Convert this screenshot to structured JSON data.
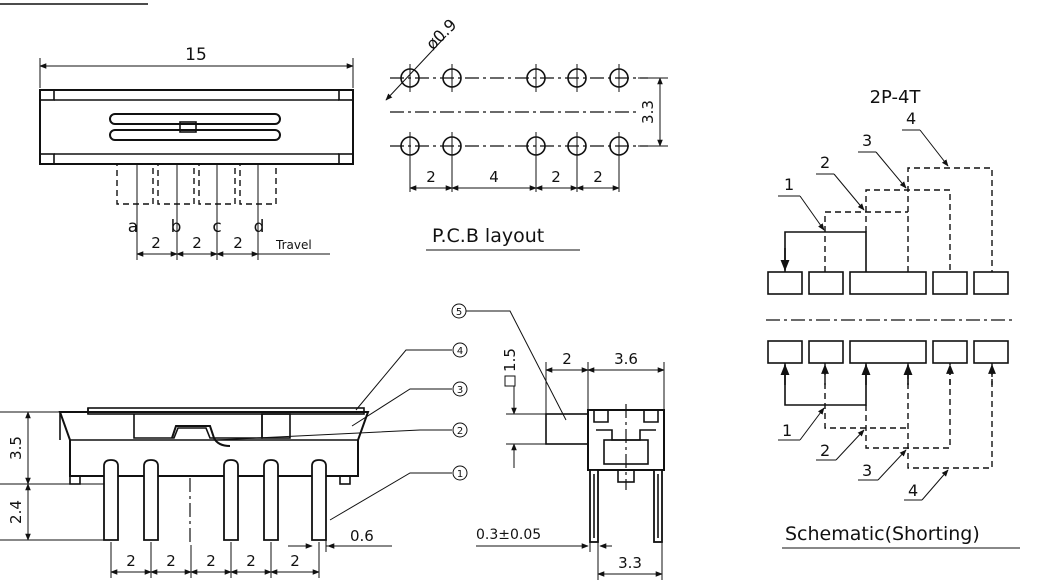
{
  "front_view": {
    "overall_width": "15",
    "positions": [
      "a",
      "b",
      "c",
      "d"
    ],
    "pitch_dims": [
      "2",
      "2",
      "2"
    ],
    "travel_label": "Travel"
  },
  "pcb_layout": {
    "title": "P.C.B layout",
    "hole_diameter": "ø0.9",
    "row_spacing": "3.3",
    "pitch_dims": [
      "2",
      "4",
      "2",
      "2"
    ]
  },
  "schematic": {
    "title": "2P-4T",
    "caption": "Schematic(Shorting)",
    "top_callouts": [
      "1",
      "2",
      "3",
      "4"
    ],
    "bottom_callouts": [
      "1",
      "2",
      "3",
      "4"
    ]
  },
  "side_view": {
    "body_height": "3.5",
    "pin_length": "2.4",
    "pin_width": "0.6",
    "pitch_dims": [
      "2",
      "2",
      "2",
      "2",
      "2"
    ],
    "part_callouts": [
      "1",
      "2",
      "3",
      "4",
      "5"
    ]
  },
  "end_view": {
    "actuator_height": "1.5",
    "actuator_width": "2",
    "body_width": "3.6",
    "pin_thickness": "0.3±0.05",
    "pin_span": "3.3"
  }
}
